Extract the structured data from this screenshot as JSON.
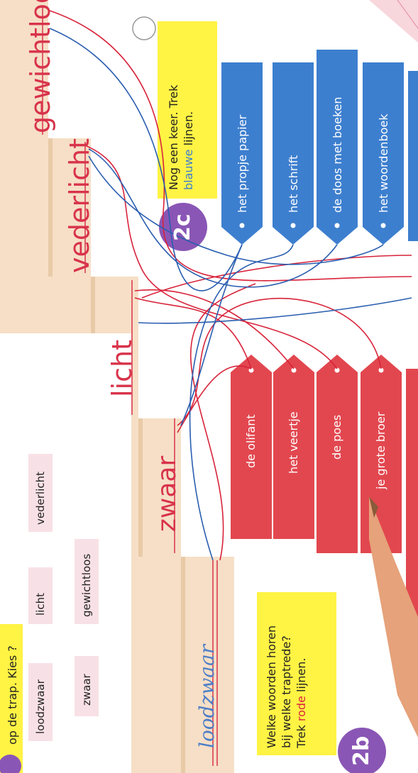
{
  "top_instruction": {
    "text": "op de trap. Kies ?"
  },
  "word_cards": [
    {
      "text": "loodzwaar"
    },
    {
      "text": "zwaar"
    },
    {
      "text": "licht"
    },
    {
      "text": "gewichtloos"
    },
    {
      "text": "vederlicht"
    }
  ],
  "stairs": [
    {
      "text": "loodzwaar"
    },
    {
      "text": "zwaar"
    },
    {
      "text": "licht"
    },
    {
      "text": "vederlicht"
    },
    {
      "text": "gewichtloos"
    }
  ],
  "note_2b": {
    "badge": "2b",
    "line1": "Welke woorden horen",
    "line2": "bij welke traptrede?",
    "line3_pre": "Trek ",
    "line3_colored": "rode",
    "line3_post": " lijnen."
  },
  "note_2c": {
    "badge": "2c",
    "line1": "Nog een keer. Trek",
    "line2_colored": "blauwe",
    "line2_post": " lijnen."
  },
  "red_tags": [
    {
      "text": "de olifant"
    },
    {
      "text": "het veertje"
    },
    {
      "text": "de poes"
    },
    {
      "text": "je grote broer"
    }
  ],
  "blue_tags": [
    {
      "text": "het propje papier"
    },
    {
      "text": "het schrift"
    },
    {
      "text": "de doos met boeken"
    },
    {
      "text": "het woordenboek"
    }
  ],
  "colors": {
    "red_tag": "#e2474f",
    "blue_tag": "#3d7fcf",
    "stair": "#f6dfc6",
    "note": "#fff344",
    "badge": "#8a56b5",
    "red_line": "#d8233a",
    "blue_line": "#2a5eb0"
  }
}
